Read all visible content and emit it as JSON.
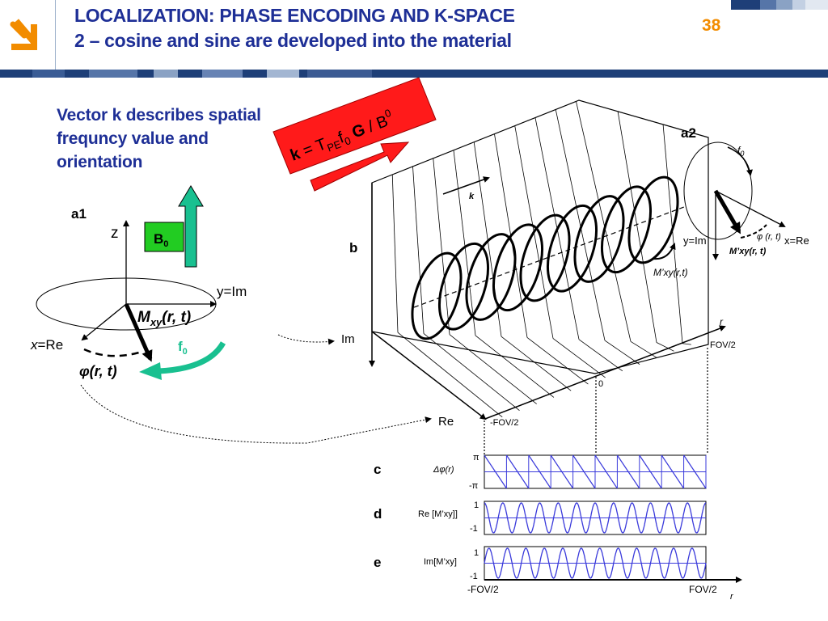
{
  "slide": {
    "title_line1": "LOCALIZATION: PHASE ENCODING AND K-SPACE",
    "title_line2": "2 – cosine and sine are developed into the material",
    "page_number": "38",
    "intro": "Vector k describes spatial frequncy value and orientation"
  },
  "colors": {
    "title": "#1e2f96",
    "accent": "#f28c00",
    "banner": "#ff1a1a",
    "arrow_green": "#19c090",
    "b0_box": "#22cc22",
    "wave": "#3a3adb"
  },
  "equation": {
    "k": "k",
    "eq": " = T",
    "pe": "PE",
    "f": "f",
    "zero": "0",
    "g": " G",
    "slash": " / B",
    "b0sub": "0"
  },
  "panel_a1": {
    "label": "a1",
    "z_axis": "z",
    "b0": "B",
    "b0_sub": "0",
    "y_axis": "y=Im",
    "x_axis_x": "x",
    "x_axis_re": "=Re",
    "mxy_main": "M",
    "mxy_sub": "xy",
    "mxy_args": "(r, t)",
    "phi": "φ(r, t)",
    "f0": "f",
    "f0_sub": "0"
  },
  "panel_b": {
    "label": "b",
    "k_label": "k",
    "im_axis": "Im",
    "re_axis": "Re",
    "fov_pos": "FOV/2",
    "zero": "0",
    "fov_neg": "-FOV/2",
    "r_axis": "r",
    "mxy": "M’xy(r,t)"
  },
  "panel_a2": {
    "label": "a2",
    "f0": "f",
    "f0_sub": "0",
    "y_axis": "y=Im",
    "x_axis": "x=Re",
    "phi": "φ (r, t)",
    "mxy": "M’xy(r, t)"
  },
  "panel_c": {
    "label": "c",
    "ylabel": "Δφ(r)",
    "top_tick": "π",
    "bottom_tick": "-π"
  },
  "panel_d": {
    "label": "d",
    "ylabel": "Re [M’xy]]",
    "top_tick": "1",
    "bottom_tick": "-1"
  },
  "panel_e": {
    "label": "e",
    "ylabel": "Im[M’xy]",
    "top_tick": "1",
    "bottom_tick": "-1"
  },
  "bottom_axis": {
    "left": "-FOV/2",
    "right": "FOV/2",
    "r": "r"
  },
  "plots": {
    "sawtooth_cycles": 10,
    "sine_cycles": 12
  }
}
